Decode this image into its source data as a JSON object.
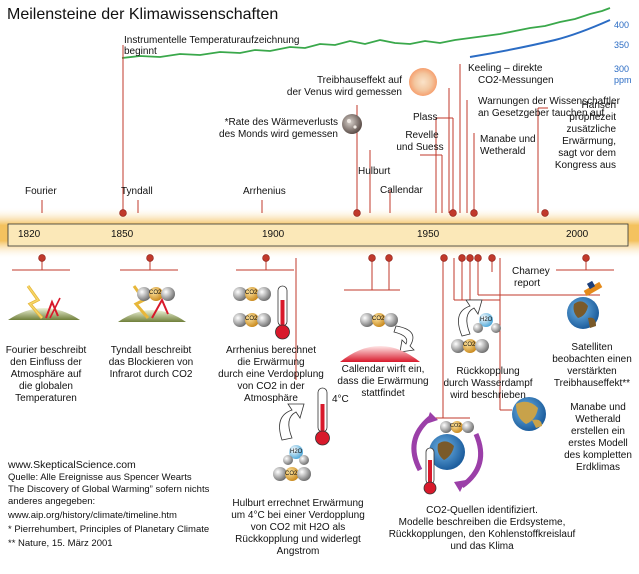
{
  "title": "Meilensteine der Klimawissenschaften",
  "years": [
    "1820",
    "1850",
    "1900",
    "1950",
    "2000"
  ],
  "ppm": {
    "v400": "400",
    "v350": "350",
    "v300": "300",
    "unit": "ppm"
  },
  "top_labels": {
    "instrumental_1": "Instrumentelle Temperaturaufzeichnung",
    "instrumental_2": "beginnt",
    "venus_1": "Treibhauseffekt auf",
    "venus_2": "der Venus wird gemessen",
    "moon_1": "*Rate des Wärmeverlusts",
    "moon_2": "des Monds wird gemessen",
    "keeling_1": "Keeling – direkte",
    "keeling_2": "CO2-Messungen",
    "warn_1": "Warnungen der Wissenschaftler",
    "warn_2": "an Gesetzgeber tauchen auf",
    "plass": "Plass",
    "revelle_1": "Revelle",
    "revelle_2": "und Suess",
    "manabe_1": "Manabe und",
    "manabe_2": "Wetherald",
    "hansen": [
      "Hansen",
      "prophezeit",
      "zusätzliche",
      "Erwärmung,",
      "sagt vor dem",
      "Kongress aus"
    ],
    "hulburt": "Hulburt",
    "callendar": "Callendar",
    "fourier": "Fourier",
    "tyndall": "Tyndall",
    "arrhenius": "Arrhenius"
  },
  "bottom_labels": {
    "charney_1": "Charney",
    "charney_2": "report",
    "fourier": [
      "Fourier beschreibt",
      "den  Einfluss der",
      "Atmosphäre auf",
      "die globalen",
      "Temperaturen"
    ],
    "tyndall": [
      "Tyndall beschreibt",
      "das Blockieren von",
      "Infrarot durch CO2"
    ],
    "arrhenius": [
      "Arrhenius berechnet",
      "die Erwärmung",
      "durch eine Verdopplung",
      "von CO2 in der",
      "Atmosphäre"
    ],
    "callendar": [
      "Callendar wirft ein,",
      "dass die Erwärmung",
      "stattfindet"
    ],
    "feedback": [
      "Rückkopplung",
      "durch Wasserdampf",
      "wird beschrieben"
    ],
    "satellite": [
      "Satelliten",
      "beobachten einen",
      "verstärkten",
      "Treibhauseffekt**"
    ],
    "manabe": [
      "Manabe und",
      "Wetherald",
      "erstellen ein",
      "erstes Modell",
      "des kompletten",
      "Erdklimas"
    ],
    "hulburt": [
      "Hulburt errechnet Erwärmung",
      "um 4°C bei einer Verdopplung",
      "von CO2 mit H2O als",
      "Rückkopplung  und widerlegt",
      "Angstrom"
    ],
    "co2_sources": [
      "CO2-Quellen identifiziert.",
      "Modelle beschreiben die Erdsysteme,",
      "Rückkopplungen, den Kohlenstoffkreislauf",
      "und das Klima"
    ],
    "four_c": "4°C"
  },
  "molecule_labels": {
    "co2": "CO2",
    "h2o": "H2O"
  },
  "sources": {
    "site": "www.SkepticalScience.com",
    "lines": [
      "Quelle: Alle Ereignisse aus Spencer Wearts",
      "The Discovery of Global Warming” sofern nichts",
      "anderes angegeben:",
      "   www.aip.org/history/climate/timeline.htm",
      "*   Pierrehumbert, Principles of Planetary Climate",
      "** Nature, 15. März 2001"
    ]
  },
  "colors": {
    "connector": "#c0392b",
    "timeline_band": "#f4c25f",
    "timeline_bar": "#fbe8b8",
    "temperature_line": "#3aa84b",
    "co2_line": "#2b6cc4"
  }
}
